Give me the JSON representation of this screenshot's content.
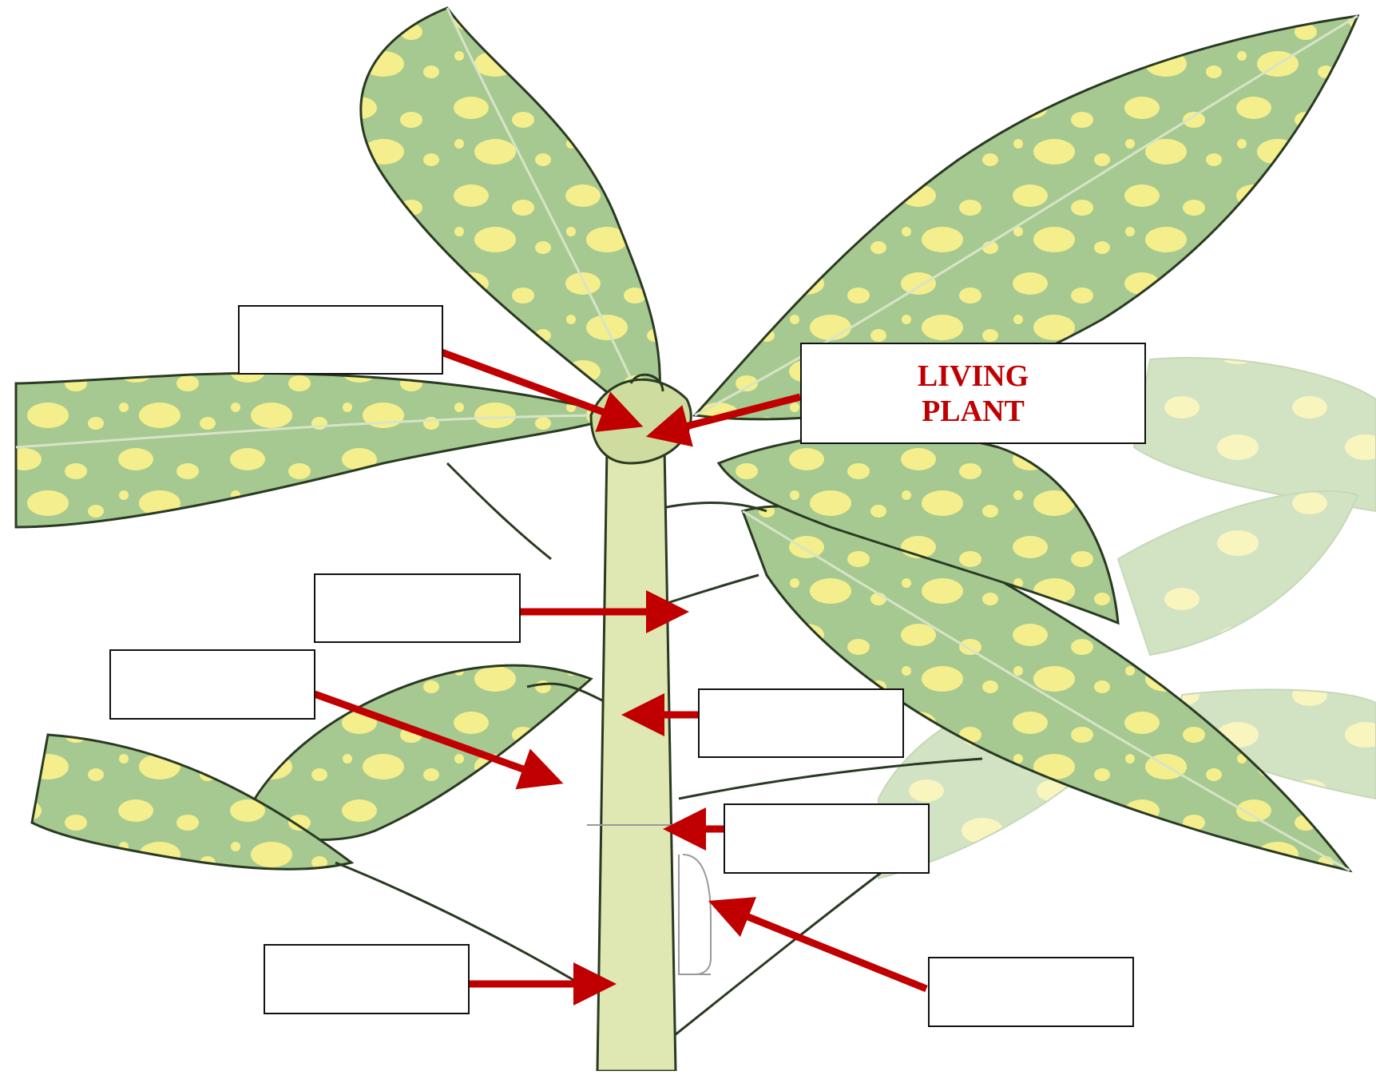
{
  "diagram": {
    "labels": [
      {
        "id": "box-1",
        "text": ""
      },
      {
        "id": "box-2",
        "text": "LIVING\nPLANT"
      },
      {
        "id": "box-3",
        "text": ""
      },
      {
        "id": "box-4",
        "text": ""
      },
      {
        "id": "box-5",
        "text": ""
      },
      {
        "id": "box-6",
        "text": ""
      },
      {
        "id": "box-7",
        "text": ""
      },
      {
        "id": "box-8",
        "text": ""
      }
    ]
  },
  "colors": {
    "arrow": "#c00000",
    "leaf_green": "#9fc58f",
    "leaf_spot": "#f6f08a",
    "stem": "#dfe8b2",
    "outline": "#2a3a22"
  }
}
